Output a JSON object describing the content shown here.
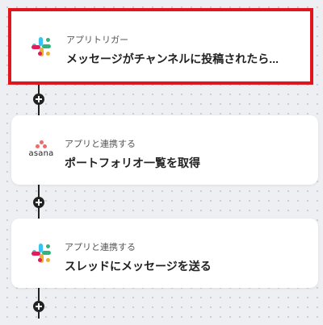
{
  "colors": {
    "selection_border": "#e0161c",
    "connector": "#222222",
    "canvas_background": "#eeeff2",
    "asana_brand": "#f06a6a"
  },
  "steps": [
    {
      "label": "アプリトリガー",
      "title": "メッセージがチャンネルに投稿されたら...",
      "app_icon": "slack-icon",
      "selected": true
    },
    {
      "label": "アプリと連携する",
      "title": "ポートフォリオ一覧を取得",
      "app_icon": "asana-icon",
      "app_wordmark": "asana",
      "selected": false
    },
    {
      "label": "アプリと連携する",
      "title": "スレッドにメッセージを送る",
      "app_icon": "slack-icon",
      "selected": false
    }
  ],
  "connector_icon": "plus-icon"
}
